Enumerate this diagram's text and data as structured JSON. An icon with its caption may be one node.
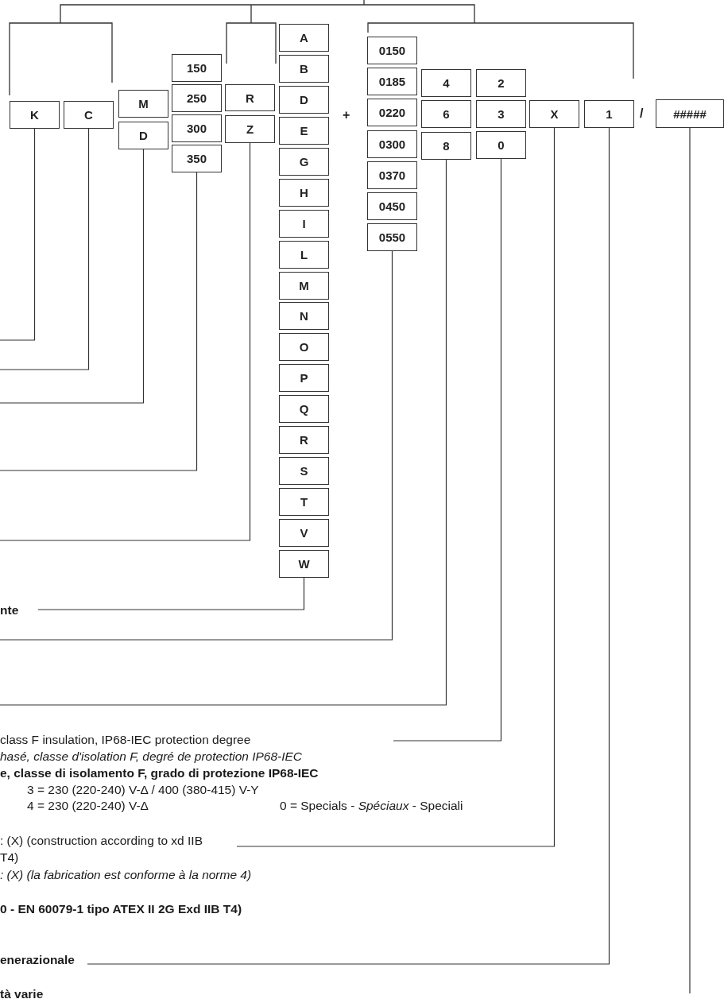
{
  "diagram": {
    "nodes": [
      {
        "text": [
          "K"
        ]
      },
      {
        "text": [
          "C"
        ]
      },
      {
        "text": [
          "M"
        ]
      },
      {
        "text": [
          "D"
        ]
      },
      {
        "text": [
          "150"
        ]
      },
      {
        "text": [
          "250"
        ]
      },
      {
        "text": [
          "300"
        ]
      },
      {
        "text": [
          "350"
        ]
      },
      {
        "text": [
          "R"
        ]
      },
      {
        "text": [
          "Z"
        ]
      },
      {
        "text": [
          "A"
        ]
      },
      {
        "text": [
          "B"
        ]
      },
      {
        "text": [
          "D"
        ]
      },
      {
        "text": [
          "E"
        ]
      },
      {
        "text": [
          "G"
        ]
      },
      {
        "text": [
          "H"
        ]
      },
      {
        "text": [
          "I"
        ]
      },
      {
        "text": [
          "L"
        ]
      },
      {
        "text": [
          "M"
        ]
      },
      {
        "text": [
          "N"
        ]
      },
      {
        "text": [
          "O"
        ]
      },
      {
        "text": [
          "P"
        ]
      },
      {
        "text": [
          "Q"
        ]
      },
      {
        "text": [
          "R"
        ]
      },
      {
        "text": [
          "S"
        ]
      },
      {
        "text": [
          "T"
        ]
      },
      {
        "text": [
          "V"
        ]
      },
      {
        "text": [
          "W"
        ]
      },
      {
        "text": [
          "0150"
        ]
      },
      {
        "text": [
          "0185"
        ]
      },
      {
        "text": [
          "0220"
        ]
      },
      {
        "text": [
          "0300"
        ]
      },
      {
        "text": [
          "0370"
        ]
      },
      {
        "text": [
          "0450"
        ]
      },
      {
        "text": [
          "0550"
        ]
      },
      {
        "text": [
          "4"
        ]
      },
      {
        "text": [
          "6"
        ]
      },
      {
        "text": [
          "8"
        ]
      },
      {
        "text": [
          "2"
        ]
      },
      {
        "text": [
          "3"
        ]
      },
      {
        "text": [
          "0"
        ]
      },
      {
        "text": [
          "X"
        ]
      },
      {
        "text": [
          "1"
        ]
      },
      {
        "text": [
          "#####"
        ]
      },
      {
        "text": [
          "nte"
        ]
      },
      {
        "text": [
          "class F insulation, IP68-IEC protection degree",
          "hasé, classe d'isolation F, degré de protection IP68-IEC",
          "e, classe di isolamento F, grado di protezione IP68-IEC"
        ]
      },
      {
        "text": [
          ": (X) (construction according to xd IIB T4)",
          ": (X) (la fabrication est conforme à la norme 4)",
          "0 - EN 60079-1 tipo ATEX II 2G Exd IIB T4)"
        ]
      },
      {
        "text": [
          "enerazionale"
        ]
      }
    ],
    "edges": [
      {
        "from": 0,
        "to": null,
        "arrow": "none"
      },
      {
        "from": 1,
        "to": null,
        "arrow": "none"
      },
      {
        "from": 3,
        "to": null,
        "arrow": "none"
      },
      {
        "from": 7,
        "to": null,
        "arrow": "none"
      },
      {
        "from": 9,
        "to": null,
        "arrow": "none"
      },
      {
        "from": 27,
        "to": 44,
        "arrow": "none"
      },
      {
        "from": 34,
        "to": null,
        "arrow": "none"
      },
      {
        "from": 37,
        "to": null,
        "arrow": "none"
      },
      {
        "from": 40,
        "to": 45,
        "arrow": "none"
      },
      {
        "from": 41,
        "to": 46,
        "arrow": "none"
      },
      {
        "from": 42,
        "to": 47,
        "arrow": "none"
      },
      {
        "from": 43,
        "to": null,
        "arrow": "none"
      }
    ],
    "labels": [
      "+",
      "/",
      "3 = 230 (220-240) V-Δ / 400 (380-415) V-Y",
      "4 = 230 (220-240) V-Δ",
      "0 = Specials - *Spéciaux* - Speciali",
      "tà varie"
    ]
  }
}
